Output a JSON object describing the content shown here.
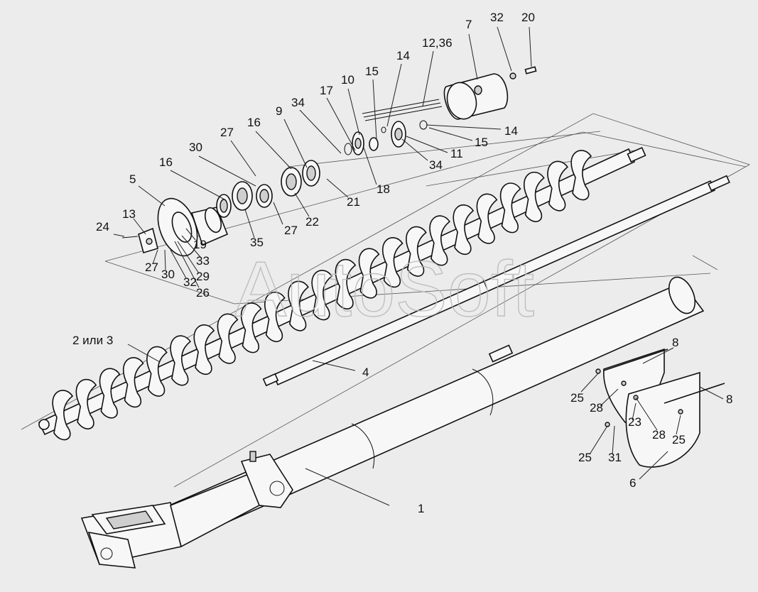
{
  "watermark": "AutoSoft",
  "colors": {
    "background": "#ececec",
    "line": "#111111",
    "watermark": "#b8b8b8"
  },
  "callouts": [
    {
      "id": "c1",
      "text": "1"
    },
    {
      "id": "c2",
      "text": "2 или 3"
    },
    {
      "id": "c4",
      "text": "4"
    },
    {
      "id": "c5",
      "text": "5"
    },
    {
      "id": "c6",
      "text": "6"
    },
    {
      "id": "c7",
      "text": "7"
    },
    {
      "id": "c8a",
      "text": "8"
    },
    {
      "id": "c8b",
      "text": "8"
    },
    {
      "id": "c9",
      "text": "9"
    },
    {
      "id": "c10",
      "text": "10"
    },
    {
      "id": "c11",
      "text": "11"
    },
    {
      "id": "c1236",
      "text": "12,36"
    },
    {
      "id": "c13",
      "text": "13"
    },
    {
      "id": "c14a",
      "text": "14"
    },
    {
      "id": "c14b",
      "text": "14"
    },
    {
      "id": "c15a",
      "text": "15"
    },
    {
      "id": "c15b",
      "text": "15"
    },
    {
      "id": "c16a",
      "text": "16"
    },
    {
      "id": "c16b",
      "text": "16"
    },
    {
      "id": "c17",
      "text": "17"
    },
    {
      "id": "c18",
      "text": "18"
    },
    {
      "id": "c19",
      "text": "19"
    },
    {
      "id": "c20",
      "text": "20"
    },
    {
      "id": "c21",
      "text": "21"
    },
    {
      "id": "c22",
      "text": "22"
    },
    {
      "id": "c23",
      "text": "23"
    },
    {
      "id": "c24",
      "text": "24"
    },
    {
      "id": "c25a",
      "text": "25"
    },
    {
      "id": "c25b",
      "text": "25"
    },
    {
      "id": "c25c",
      "text": "25"
    },
    {
      "id": "c26",
      "text": "26"
    },
    {
      "id": "c27a",
      "text": "27"
    },
    {
      "id": "c27b",
      "text": "27"
    },
    {
      "id": "c27c",
      "text": "27"
    },
    {
      "id": "c28a",
      "text": "28"
    },
    {
      "id": "c28b",
      "text": "28"
    },
    {
      "id": "c29",
      "text": "29"
    },
    {
      "id": "c30a",
      "text": "30"
    },
    {
      "id": "c30b",
      "text": "30"
    },
    {
      "id": "c31",
      "text": "31"
    },
    {
      "id": "c32a",
      "text": "32"
    },
    {
      "id": "c32b",
      "text": "32"
    },
    {
      "id": "c33",
      "text": "33"
    },
    {
      "id": "c34a",
      "text": "34"
    },
    {
      "id": "c34b",
      "text": "34"
    },
    {
      "id": "c35",
      "text": "35"
    }
  ]
}
